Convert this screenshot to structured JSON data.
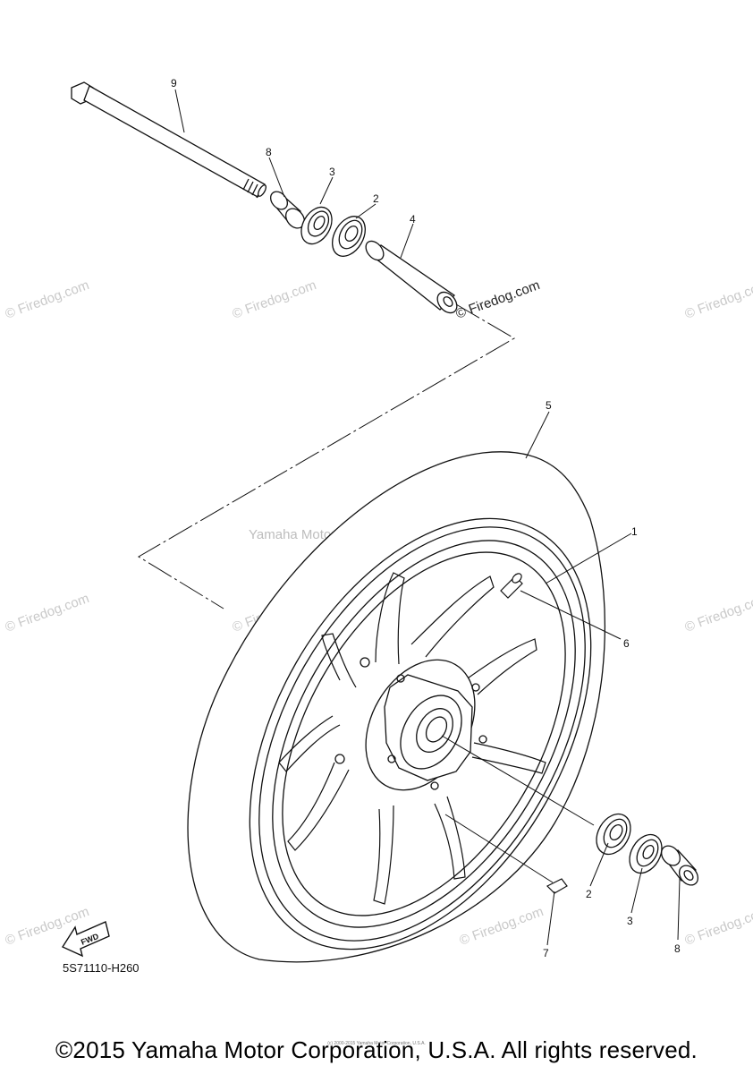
{
  "diagram": {
    "callouts": {
      "c1": "1",
      "c2a": "2",
      "c2b": "2",
      "c3a": "3",
      "c3b": "3",
      "c4": "4",
      "c5": "5",
      "c6": "6",
      "c7": "7",
      "c8a": "8",
      "c8b": "8",
      "c9": "9"
    },
    "part_code": "5S71110-H260",
    "fwd_label": "FWD",
    "watermark_text": "© Firedog.com",
    "center_watermark": "Yamaha Motor Corp., U.S.A.",
    "fineprint": "(c) 2000-2015 Yamaha Motor Corporation, U.S.A."
  },
  "footer": {
    "copyright": "©2015 Yamaha Motor Corporation, U.S.A. All rights reserved."
  }
}
